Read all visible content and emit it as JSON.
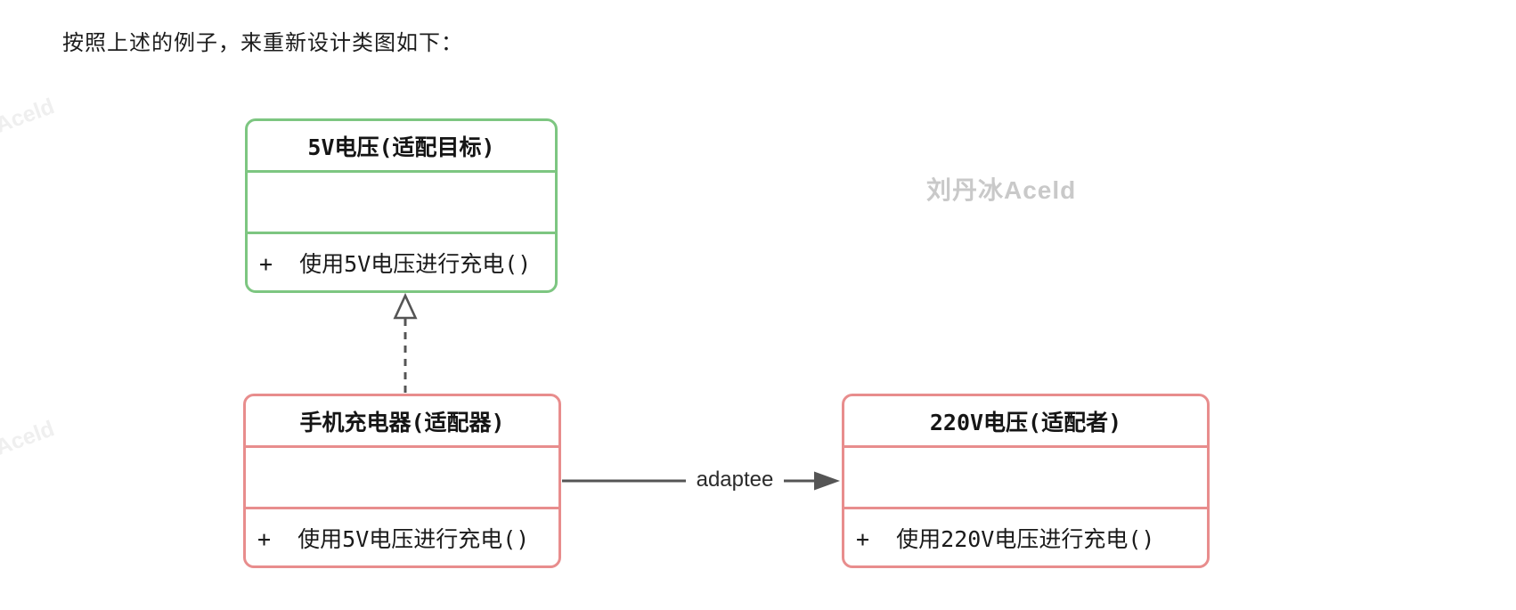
{
  "page": {
    "heading": "按照上述的例子，来重新设计类图如下："
  },
  "diagram": {
    "classes": [
      {
        "id": "target",
        "name": "5V电压(适配目标)",
        "attributes": "",
        "methods": [
          "+  使用5V电压进行充电()"
        ],
        "role": "适配目标",
        "border_color": "#7dc681"
      },
      {
        "id": "adapter",
        "name": "手机充电器(适配器)",
        "attributes": "",
        "methods": [
          "+  使用5V电压进行充电()"
        ],
        "role": "适配器",
        "border_color": "#e88d8d"
      },
      {
        "id": "adaptee",
        "name": "220V电压(适配者)",
        "attributes": "",
        "methods": [
          "+  使用220V电压进行充电()"
        ],
        "role": "适配者",
        "border_color": "#e88d8d"
      }
    ],
    "connectors": [
      {
        "type": "realization",
        "from": "adapter",
        "to": "target",
        "line_style": "dashed",
        "arrowhead": "hollow-triangle",
        "label": ""
      },
      {
        "type": "association",
        "from": "adapter",
        "to": "adaptee",
        "line_style": "solid",
        "arrowhead": "filled-arrow",
        "label": "adaptee"
      }
    ]
  },
  "watermarks": {
    "center": "刘丹冰Aceld",
    "corner": "Aceld"
  },
  "colors": {
    "target_border": "#7dc681",
    "adapter_border": "#e88d8d",
    "arrow": "#555555",
    "watermark_center": "#c9c9c9",
    "watermark_corner": "#efefef"
  }
}
